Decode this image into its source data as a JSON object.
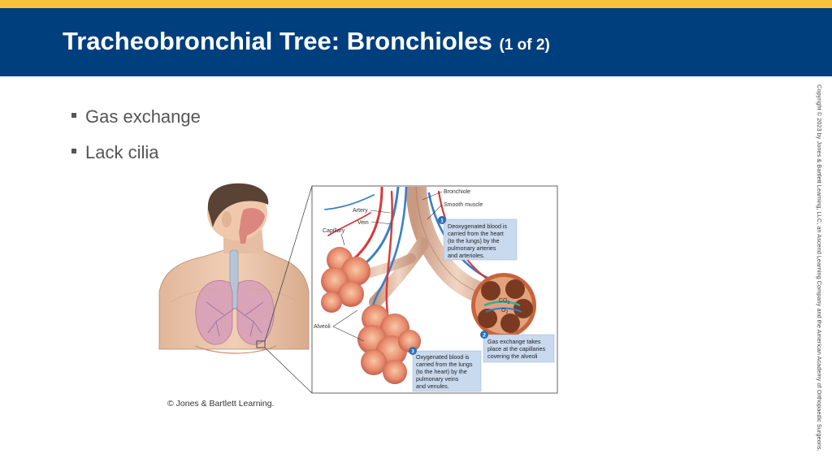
{
  "slide": {
    "title": "Tracheobronchial Tree: Bronchioles",
    "title_suffix": "(1 of 2)",
    "bullets": [
      "Gas exchange",
      "Lack cilia"
    ],
    "copyright_vertical": "Copyright © 2023 by Jones & Bartlett Learning, LLC, an Ascend Learning Company and the American Academy of Orthopaedic Surgeons.",
    "figure_credit": "© Jones & Bartlett Learning."
  },
  "figure": {
    "labels": {
      "bronchiole": "Bronchiole",
      "smooth_muscle": "Smooth muscle",
      "artery": "Artery",
      "vein": "Vein",
      "capillary": "Capillary",
      "alveoli": "Alveoli",
      "co2": "CO",
      "co2_sub": "2",
      "o2": "O",
      "o2_sub": "2"
    },
    "callouts": [
      {
        "number": "1",
        "lines": [
          "Deoxygenated blood is",
          "carried from the heart",
          "(to the lungs) by the",
          "pulmonary arteries",
          "and arterioles."
        ]
      },
      {
        "number": "2",
        "lines": [
          "Gas exchange takes",
          "place at the capillaries",
          "covering the alveoli"
        ]
      },
      {
        "number": "3",
        "lines": [
          "Oxygenated blood is",
          "carried from the lungs",
          "(to the heart) by the",
          "pulmonary veins",
          "and venules."
        ]
      }
    ]
  },
  "colors": {
    "header_bg": "#003f7d",
    "accent_bar": "#f7c239",
    "callout_bg": "#c9d9ee",
    "callout_number": "#2a6fb5"
  }
}
